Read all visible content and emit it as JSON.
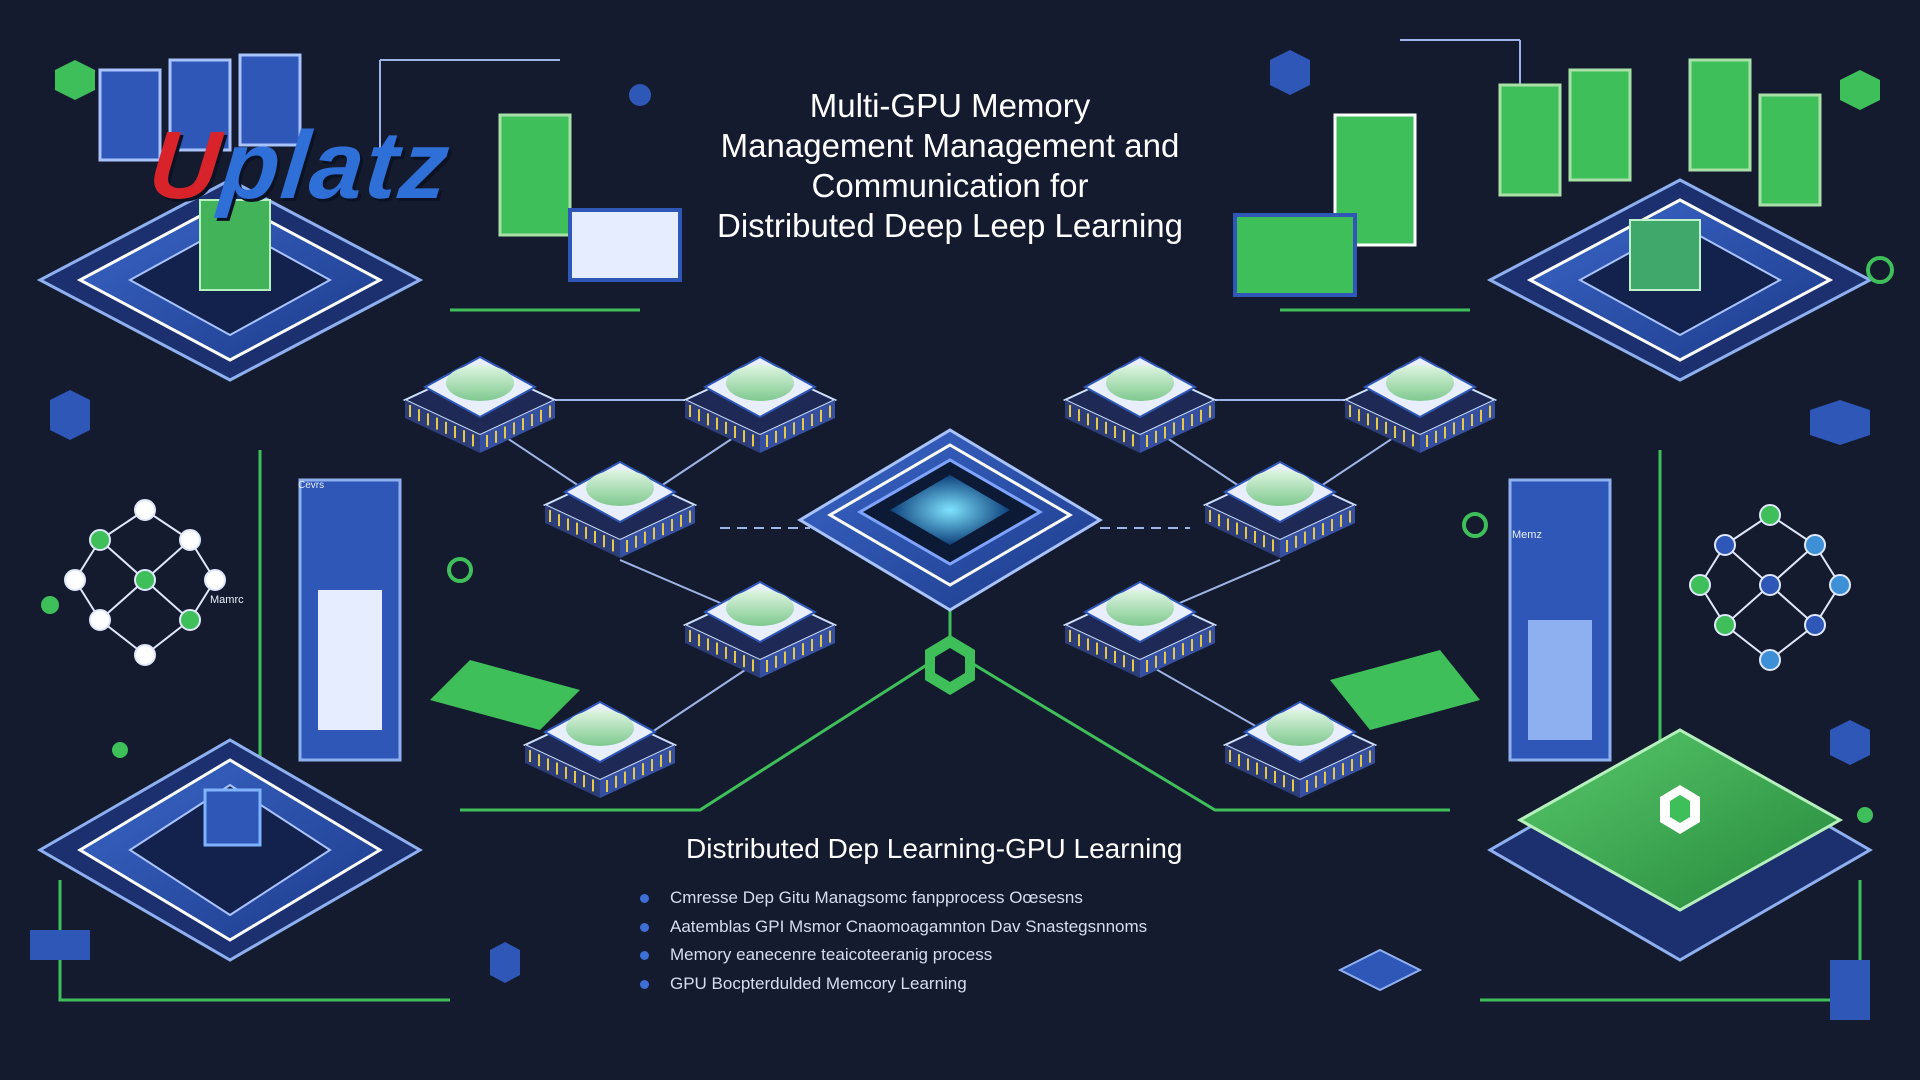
{
  "logo": {
    "initial": "U",
    "rest": "platz",
    "colors": {
      "initial": "#d8232a",
      "rest": "#2f6fd8"
    }
  },
  "title": {
    "lines": [
      "Multi-GPU Memory",
      "Management Management and",
      "Communication for",
      "Distributed Deep Leep Learning"
    ]
  },
  "subtitle": "Distributed Dep Learning-GPU Learning",
  "bullets": [
    "Cmresse Dep Gitu Managsomc fanpprocess Oœsesns",
    "Aatemblas GPI Msmor Cnaomoagamnton Dav Snastegsnnoms",
    "Memory eanecenre teaicoteeranig process",
    "GPU Bocpterdulded Memcory Learning"
  ],
  "side_labels": {
    "left": "Mamrc",
    "right": "Memz",
    "left_small": "Cevrs"
  },
  "colors": {
    "background": "#141b2e",
    "blue": "#2f57b8",
    "blue_light": "#8fb0f0",
    "green": "#35b04f",
    "green_light": "#a8e0a8",
    "chip_dark": "#1e2a55"
  },
  "icons": [
    "gpu-chip-icon",
    "server-board-icon",
    "network-graph-icon",
    "central-processor-icon",
    "hexagon-node-icon"
  ]
}
